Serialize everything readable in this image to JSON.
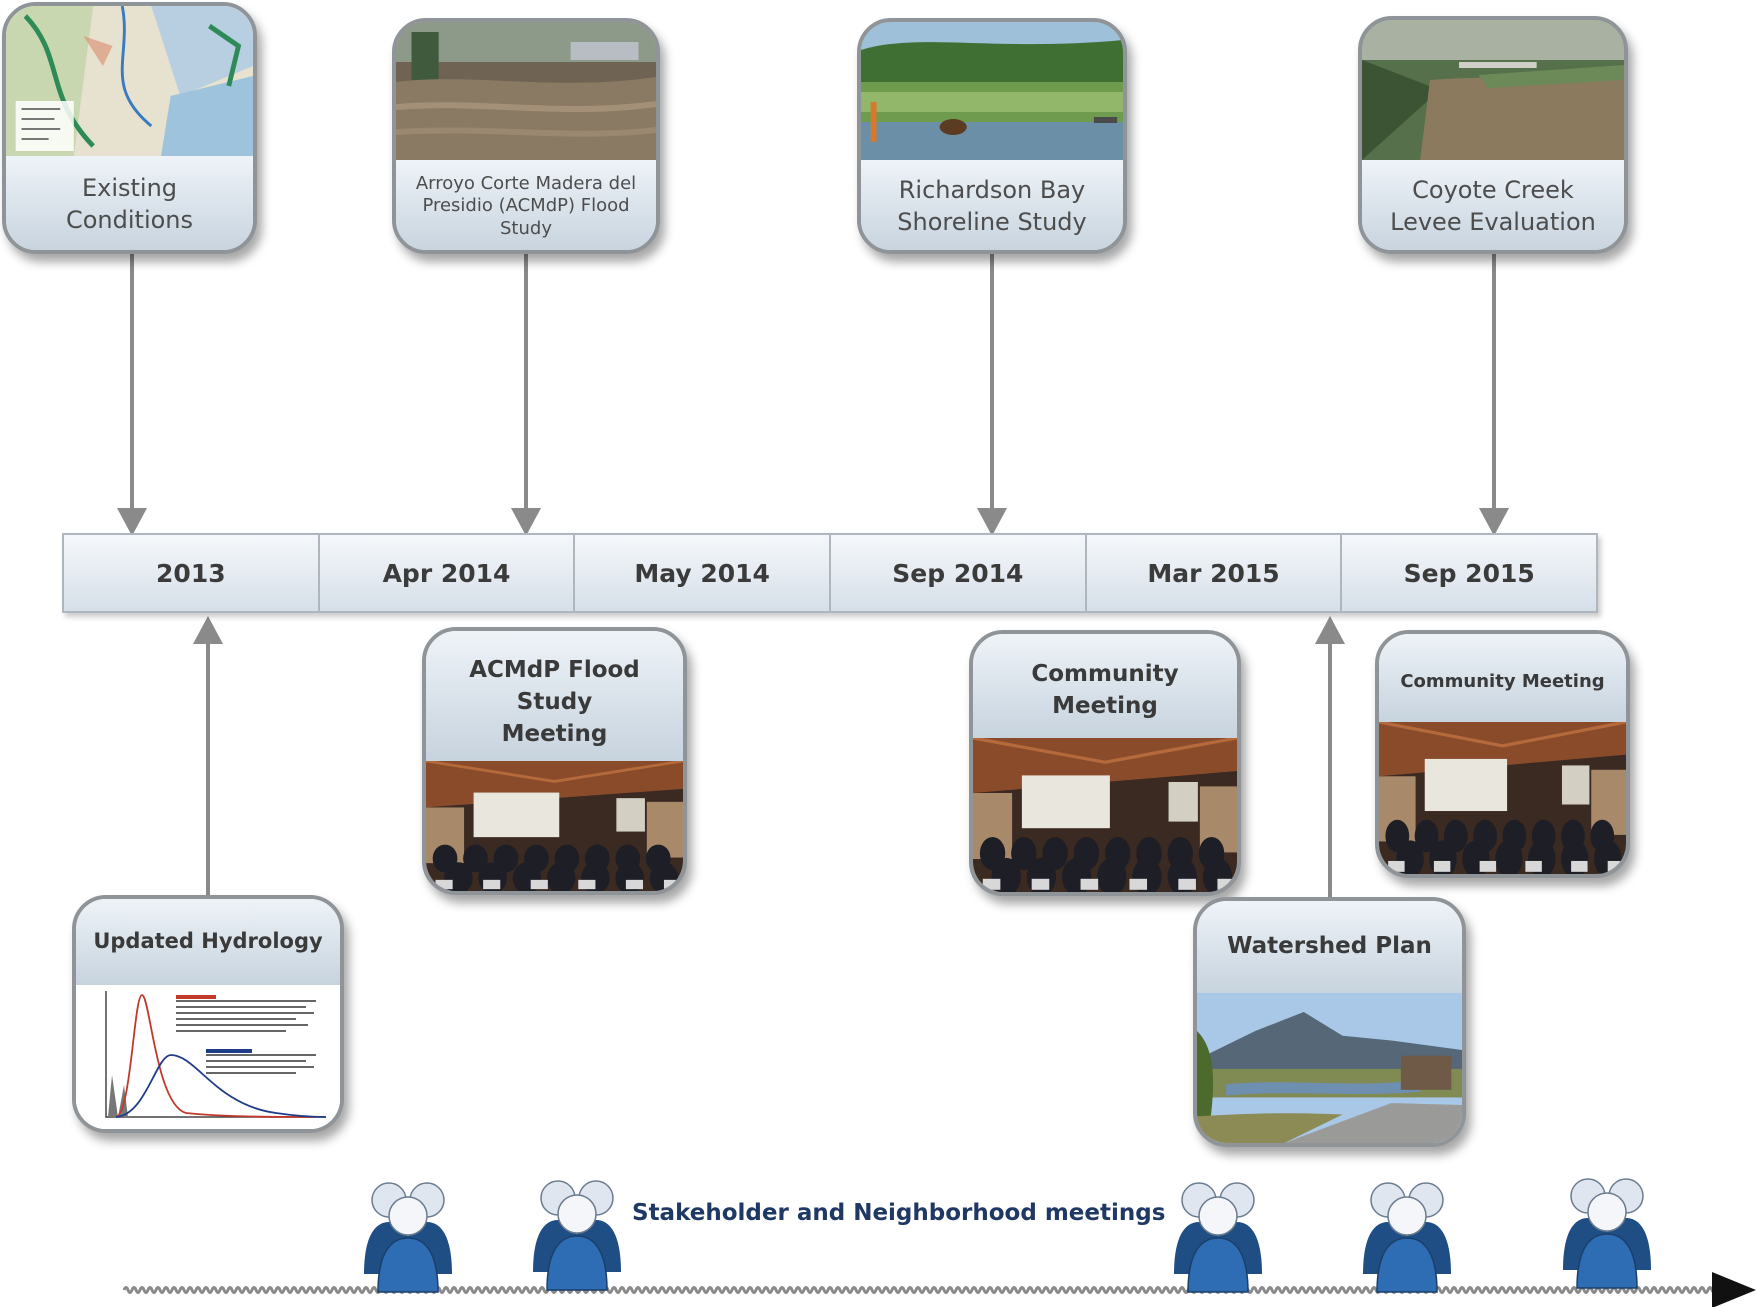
{
  "events_above": [
    {
      "title": "Existing Conditions",
      "line1": "Existing",
      "line2": "Conditions",
      "image": "map-thumbnail"
    },
    {
      "title": "Arroyo Corte Madera del Presidio (ACMdP) Flood Study",
      "line1": "Arroyo Corte Madera del",
      "line2": "Presidio (ACMdP) Flood",
      "line3": "Study",
      "image": "flooded-creek-photo"
    },
    {
      "title": "Richardson Bay Shoreline Study",
      "line1": "Richardson Bay",
      "line2": "Shoreline Study",
      "image": "shoreline-dog-photo"
    },
    {
      "title": "Coyote Creek Levee Evaluation",
      "line1": "Coyote Creek",
      "line2": "Levee Evaluation",
      "image": "creek-levee-photo"
    }
  ],
  "axis_periods": [
    "2013",
    "Apr 2014",
    "May 2014",
    "Sep 2014",
    "Mar 2015",
    "Sep 2015"
  ],
  "events_below": [
    {
      "line1": "ACMdP Flood",
      "line2": "Study",
      "line3": "Meeting",
      "image": "meeting-room-photo"
    },
    {
      "line1": "Community",
      "line2": "Meeting",
      "image": "meeting-room-photo"
    },
    {
      "line1": "Community Meeting",
      "image": "meeting-room-photo"
    },
    {
      "line1": "Updated Hydrology",
      "image": "hydrograph-chart"
    },
    {
      "line1": "Watershed Plan",
      "image": "watershed-landscape-photo"
    }
  ],
  "stakeholder": {
    "label": "Stakeholder and Neighborhood meetings",
    "icon": "people-group-icon"
  },
  "colors": {
    "people_dark": "#1f4e85",
    "people_mid": "#2e6db4",
    "people_light": "#dfe6ef",
    "connector": "#8a8a8a",
    "label_text": "#1f3864"
  }
}
